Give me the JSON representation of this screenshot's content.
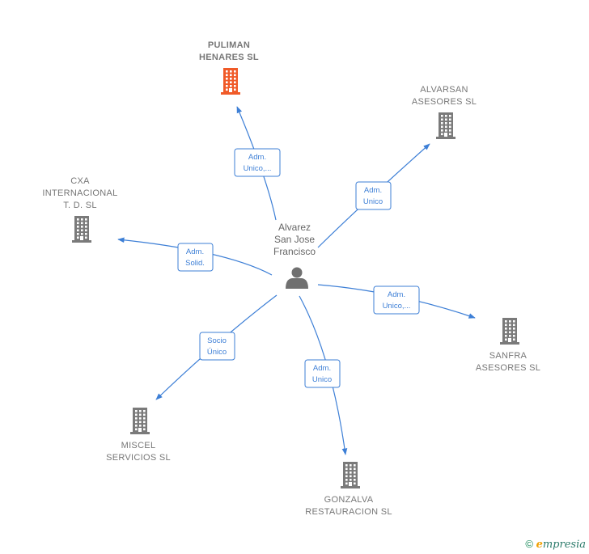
{
  "person": {
    "name_lines": [
      "Alvarez",
      "San Jose",
      "Francisco"
    ]
  },
  "companies": [
    {
      "id": "puliman",
      "name_lines": [
        "PULIMAN",
        "HENARES  SL"
      ],
      "highlight": true
    },
    {
      "id": "alvarsan",
      "name_lines": [
        "ALVARSAN",
        "ASESORES SL"
      ],
      "highlight": false
    },
    {
      "id": "cxa",
      "name_lines": [
        "CXA",
        "INTERNACIONAL",
        "T. D.  SL"
      ],
      "highlight": false
    },
    {
      "id": "sanfra",
      "name_lines": [
        "SANFRA",
        "ASESORES  SL"
      ],
      "highlight": false
    },
    {
      "id": "miscel",
      "name_lines": [
        "MISCEL",
        "SERVICIOS SL"
      ],
      "highlight": false
    },
    {
      "id": "gonzalva",
      "name_lines": [
        "GONZALVA",
        "RESTAURACION SL"
      ],
      "highlight": false
    }
  ],
  "relations": [
    {
      "to": "puliman",
      "label_lines": [
        "Adm.",
        "Unico,..."
      ]
    },
    {
      "to": "alvarsan",
      "label_lines": [
        "Adm.",
        "Unico"
      ]
    },
    {
      "to": "cxa",
      "label_lines": [
        "Adm.",
        "Solid."
      ]
    },
    {
      "to": "sanfra",
      "label_lines": [
        "Adm.",
        "Unico,..."
      ]
    },
    {
      "to": "miscel",
      "label_lines": [
        "Socio",
        "Único"
      ]
    },
    {
      "to": "gonzalva",
      "label_lines": [
        "Adm.",
        "Unico"
      ]
    }
  ],
  "colors": {
    "edge": "#3d7fd6",
    "building": "#7a7a7a",
    "building_highlight": "#f05a28",
    "person_icon": "#707070"
  },
  "footer": {
    "copyright": "©",
    "brand_initial": "e",
    "brand_rest": "mpresia"
  }
}
